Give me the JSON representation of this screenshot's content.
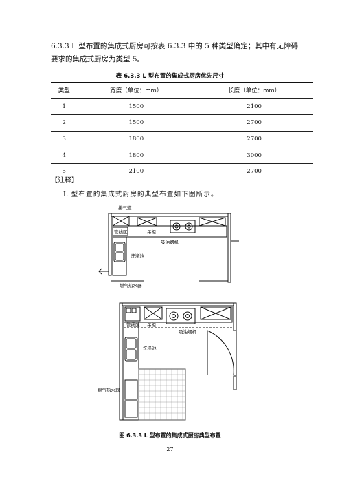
{
  "intro": {
    "line1": "6.3.3 L 型布置的集成式厨房可按表 6.3.3 中的 5 种类型确定；其中有无障碍",
    "line2": "要求的集成式厨房为类型 5。"
  },
  "table": {
    "title": "表 6.3.3 L 型布置的集成式厨房优先尺寸",
    "headers": [
      "类型",
      "宽度（单位：mm）",
      "长度（单位：mm）"
    ],
    "rows": [
      [
        "1",
        "1500",
        "2100"
      ],
      [
        "2",
        "1500",
        "2700"
      ],
      [
        "3",
        "1800",
        "2700"
      ],
      [
        "4",
        "1800",
        "3000"
      ],
      [
        "5",
        "2100",
        "2700"
      ]
    ]
  },
  "note": {
    "label": "【注释】",
    "text": "L 型布置的集成式厨房的典型布置如下图所示。"
  },
  "diagram_labels": {
    "exhaust": "排气道",
    "pipe_area": "管线区",
    "wall_cabinet": "吊柜",
    "range_hood": "吸油烟机",
    "sink": "洗涤池",
    "gas_heater": "燃气热水器"
  },
  "figure_caption": "图 6.3.3 L 型布置的集成式厨房典型布置",
  "page_number": "27"
}
